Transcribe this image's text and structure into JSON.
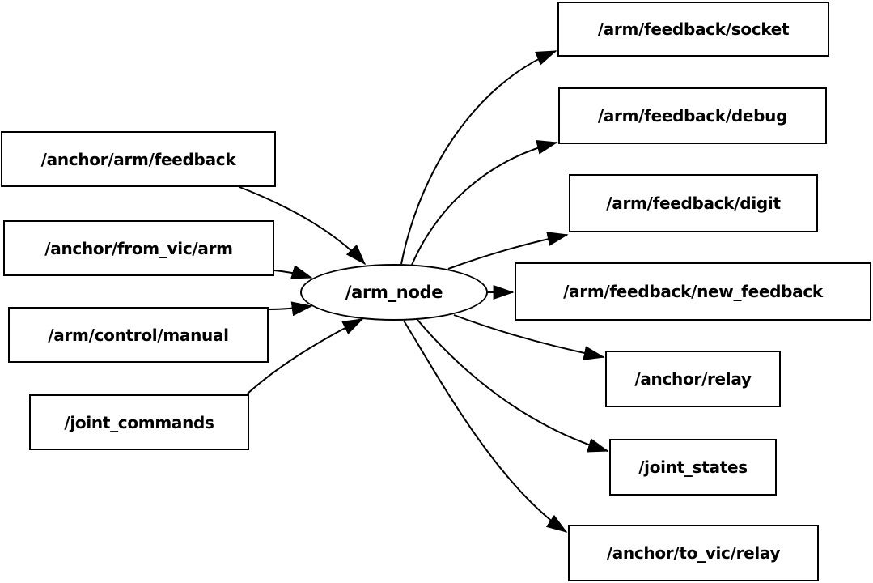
{
  "diagram": {
    "center_node": {
      "label": "/arm_node"
    },
    "input_topics": [
      {
        "label": "/anchor/arm/feedback"
      },
      {
        "label": "/anchor/from_vic/arm"
      },
      {
        "label": "/arm/control/manual"
      },
      {
        "label": "/joint_commands"
      }
    ],
    "output_topics": [
      {
        "label": "/arm/feedback/socket"
      },
      {
        "label": "/arm/feedback/debug"
      },
      {
        "label": "/arm/feedback/digit"
      },
      {
        "label": "/arm/feedback/new_feedback"
      },
      {
        "label": "/anchor/relay"
      },
      {
        "label": "/joint_states"
      },
      {
        "label": "/anchor/to_vic/relay"
      }
    ],
    "colors": {
      "stroke": "#000000",
      "node_fill": "#ffffff",
      "background": "#ffffff",
      "text": "#000000"
    }
  }
}
